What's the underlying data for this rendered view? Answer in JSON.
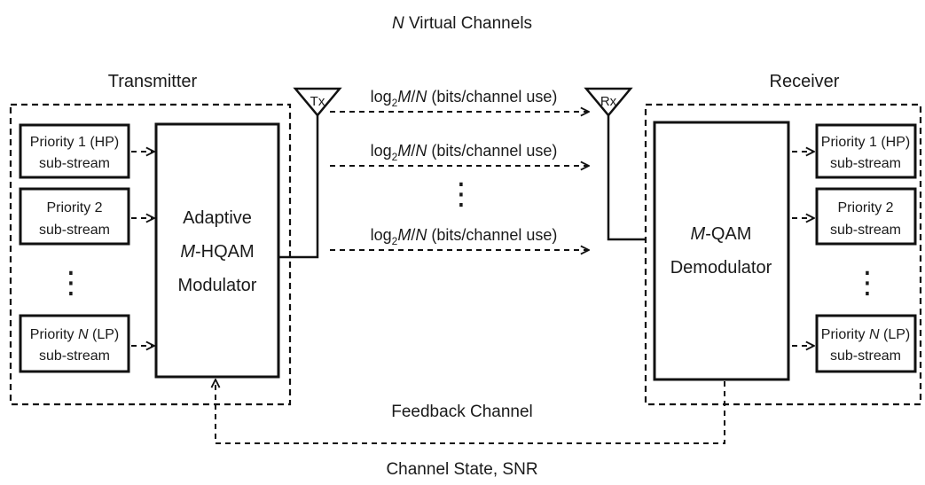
{
  "title_prefix": "N",
  "title_suffix": " Virtual Channels",
  "transmitter_label": "Transmitter",
  "receiver_label": "Receiver",
  "tx_label": "Tx",
  "rx_label": "Rx",
  "channel_rate": {
    "prefix": "log",
    "subscript": "2",
    "var1": "M",
    "slash": "/",
    "var2": "N",
    "suffix": " (bits/channel use)"
  },
  "tx_streams": [
    {
      "line1": "Priority 1 (HP)",
      "line2": "sub-stream"
    },
    {
      "line1": "Priority 2",
      "line2": "sub-stream"
    },
    {
      "line1_prefix": "Priority ",
      "line1_var": "N",
      "line1_suffix": " (LP)",
      "line2": "sub-stream"
    }
  ],
  "rx_streams": [
    {
      "line1": "Priority 1 (HP)",
      "line2": "sub-stream"
    },
    {
      "line1": "Priority 2",
      "line2": "sub-stream"
    },
    {
      "line1_prefix": "Priority ",
      "line1_var": "N",
      "line1_suffix": " (LP)",
      "line2": "sub-stream"
    }
  ],
  "modulator": {
    "line1": "Adaptive",
    "line2_var": "M",
    "line2_suffix": "-HQAM",
    "line3": "Modulator"
  },
  "demodulator": {
    "line1_var": "M",
    "line1_suffix": "-QAM",
    "line2": "Demodulator"
  },
  "ellipsis": "⋮",
  "feedback_label": "Feedback Channel",
  "feedback_info": "Channel State, SNR"
}
